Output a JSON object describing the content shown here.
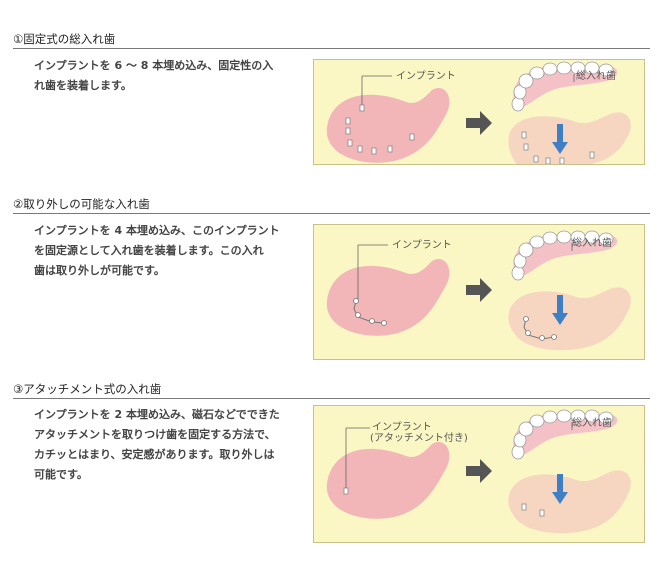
{
  "sections": [
    {
      "title": "①固定式の総入れ歯",
      "desc_lines": [
        "インプラントを 6 ～ 8 本埋め込み、固定性の入",
        "れ歯を装着します。"
      ],
      "implant_label": "インプラント",
      "denture_label": "総入れ歯"
    },
    {
      "title": "②取り外しの可能な入れ歯",
      "desc_lines": [
        "インプラントを 4 本埋め込み、このインプラント",
        "を固定源として入れ歯を装着します。この入れ",
        "歯は取り外しが可能です。"
      ],
      "implant_label": "インプラント",
      "denture_label": "総入れ歯"
    },
    {
      "title": "③アタッチメント式の入れ歯",
      "desc_lines": [
        "インプラントを 2 本埋め込み、磁石などでできた",
        "アタッチメントを取りつけ歯を固定する方法で、",
        "カチッとはまり、安定感があります。取り外しは",
        "可能です。"
      ],
      "implant_label": "インプラント",
      "implant_sublabel": "(アタッチメント付き)",
      "denture_label": "総入れ歯"
    }
  ],
  "colors": {
    "panel_bg": "#fbf7c4",
    "gum": "#f2b5b8",
    "gum_faded": "#f6d6c0",
    "arrow_gray": "#555555",
    "arrow_blue": "#3f7fc8"
  }
}
